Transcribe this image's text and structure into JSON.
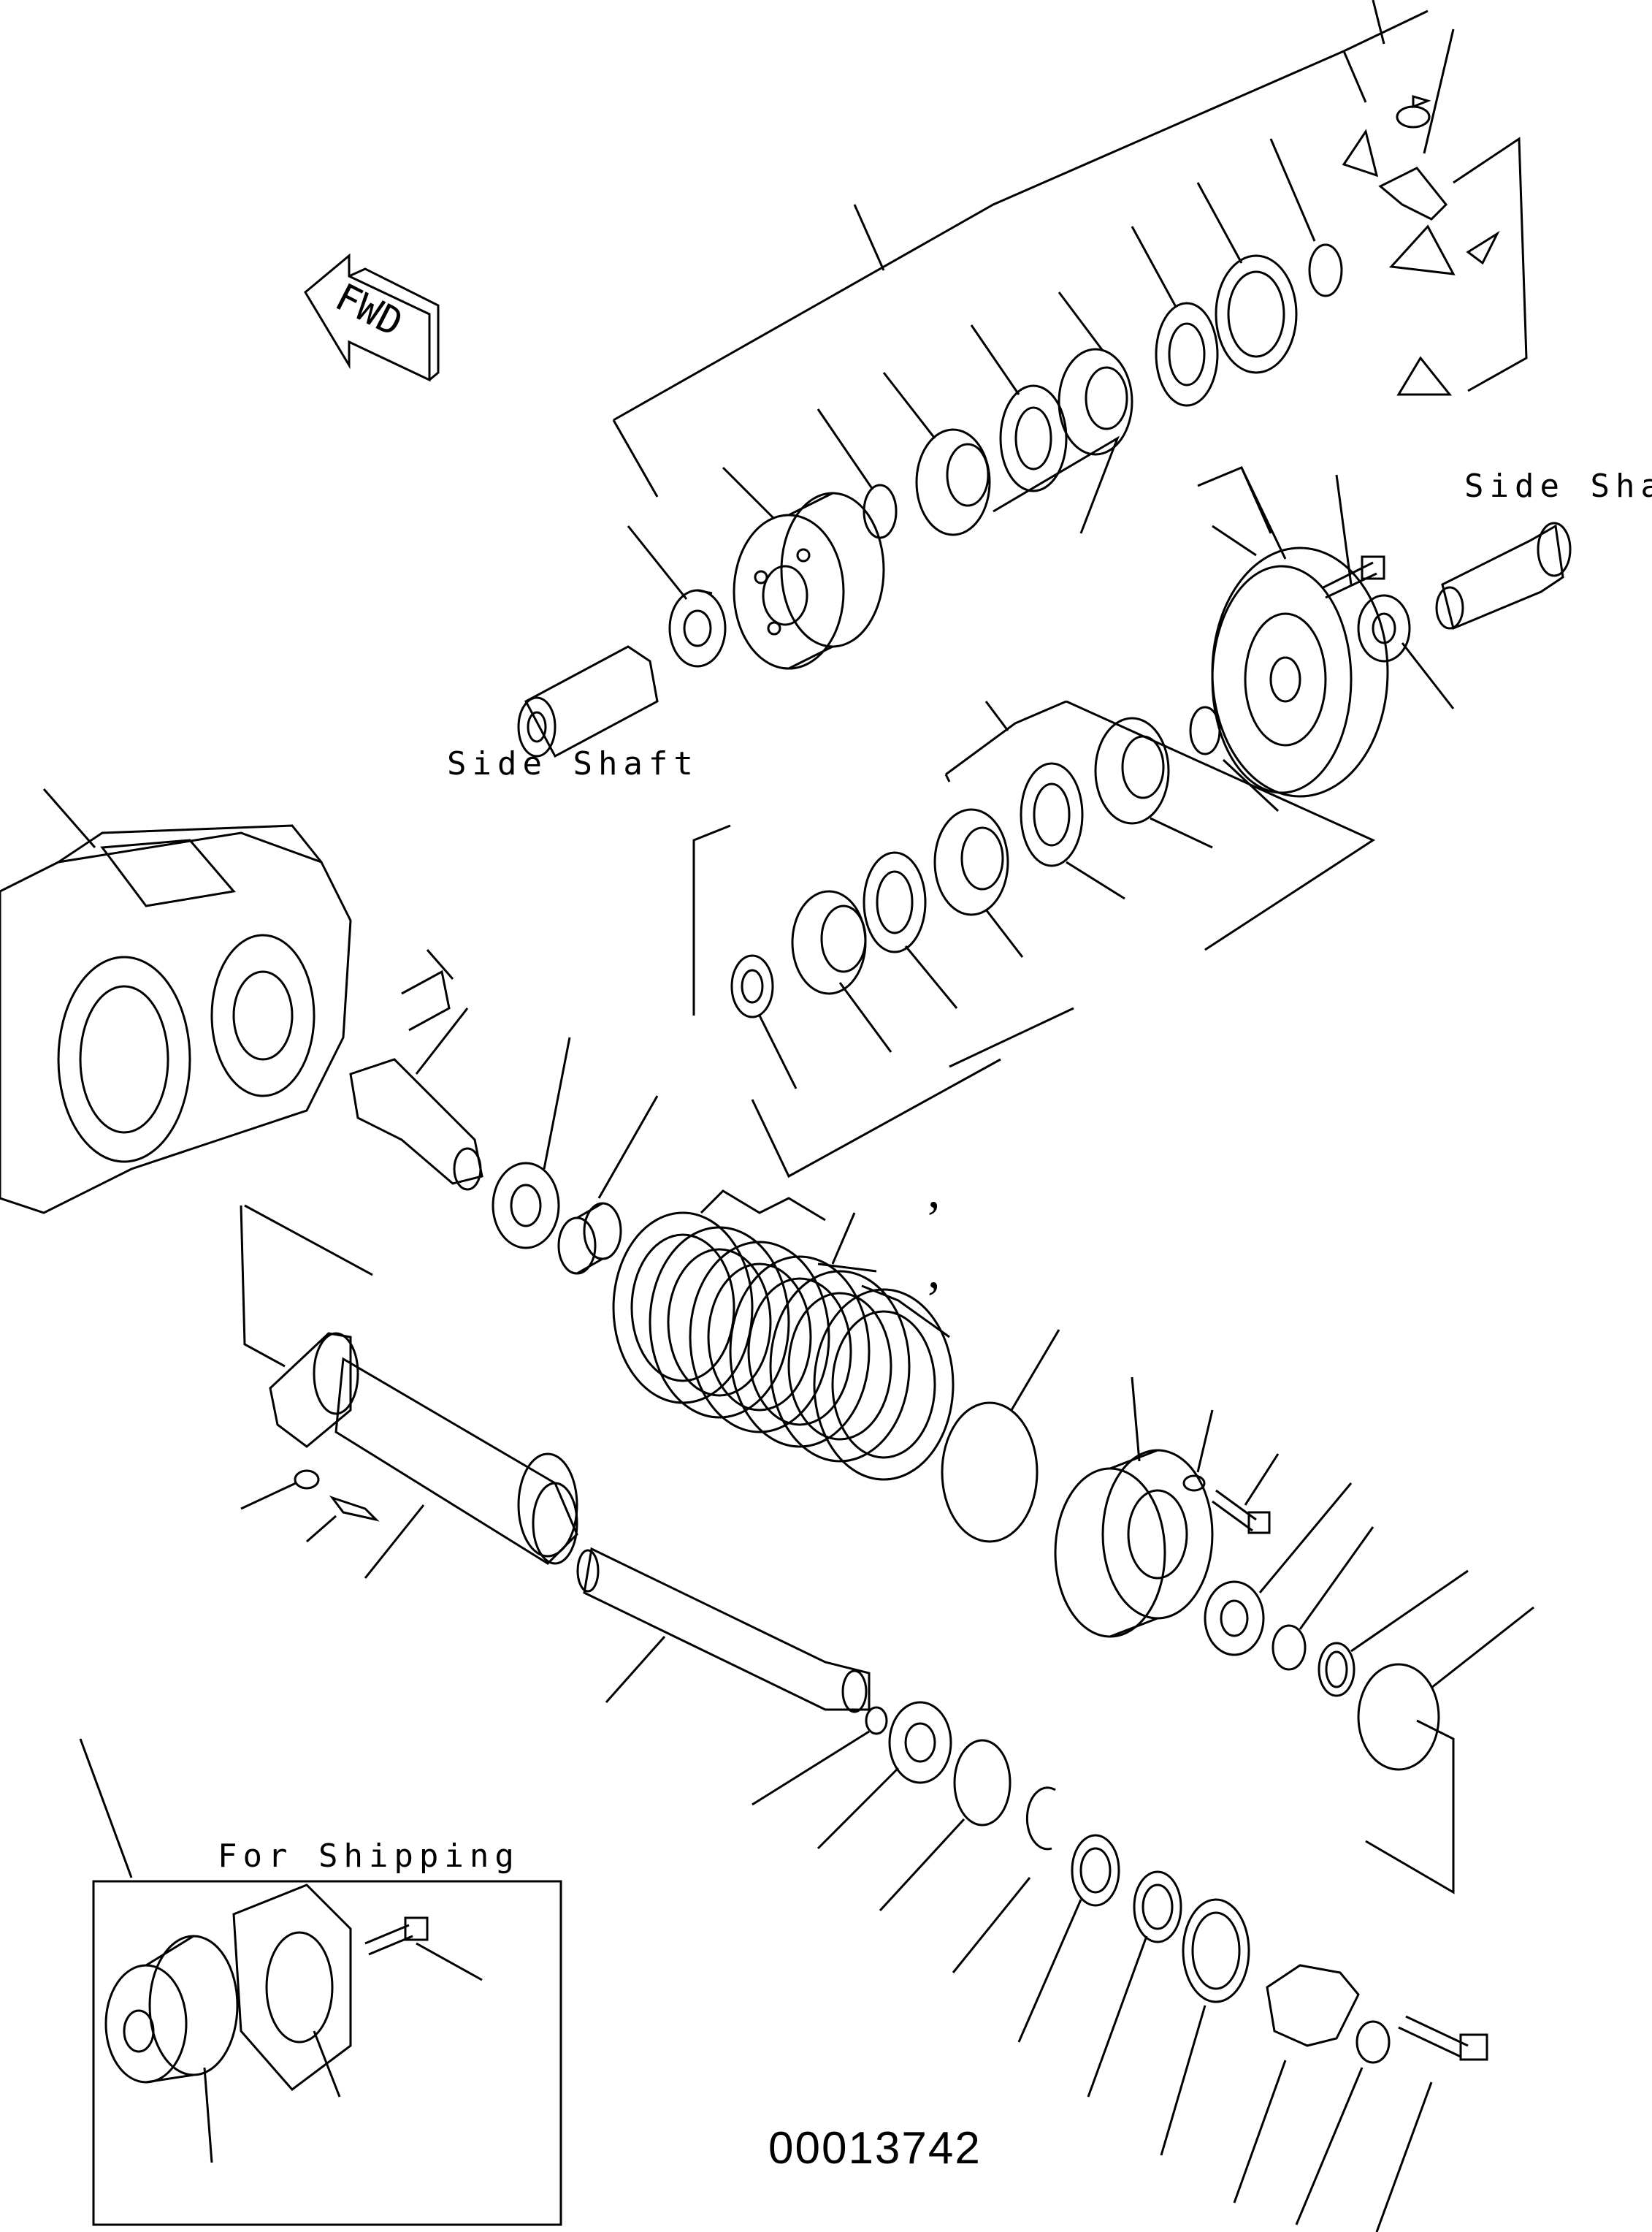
{
  "labels": {
    "side_shaft_top": "Side Shaft",
    "side_shaft_left": "Side Shaft",
    "for_shipping": "For Shipping",
    "fwd": "FWD",
    "part_number": "00013742",
    "tick1": ",",
    "tick2": ","
  }
}
